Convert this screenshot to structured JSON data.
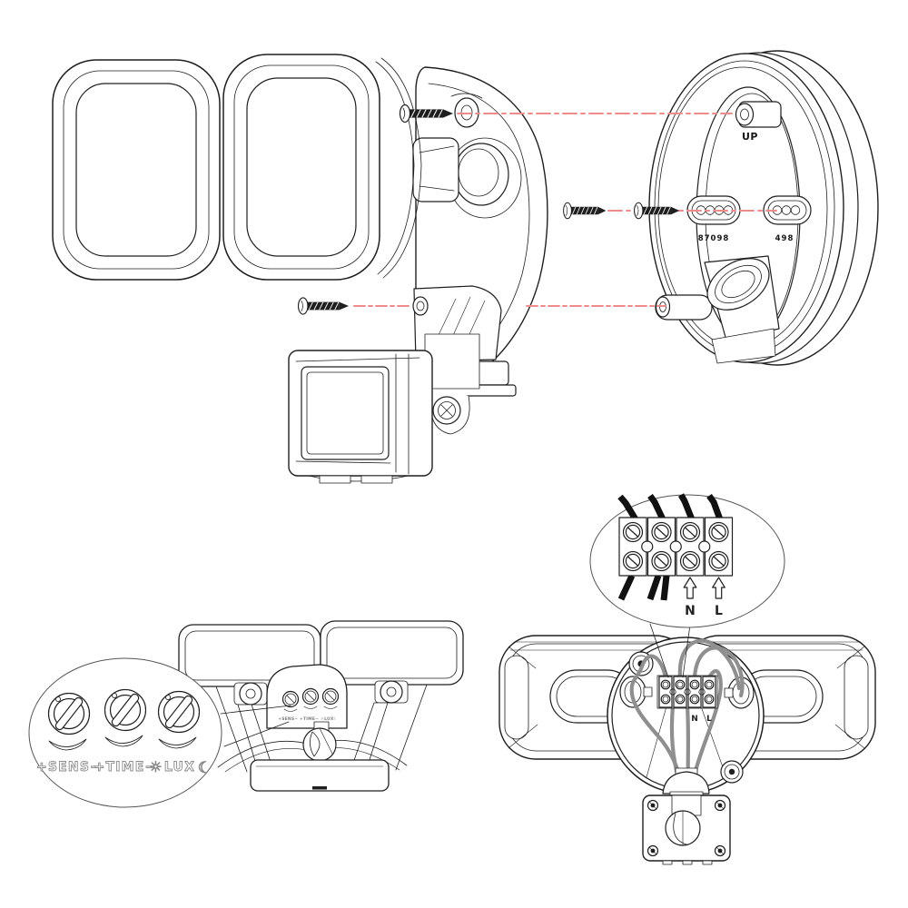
{
  "colors": {
    "line": "#1f1f1f",
    "alignment_red": "#ee8b8b",
    "wire_gray": "#8f8f8f",
    "engraved_gray": "#8a8a8a"
  },
  "mount_plate": {
    "up_label": "UP",
    "left_slot_marking": "87098",
    "right_slot_marking": "498"
  },
  "controls_callout": {
    "sens_label": "+SENS−",
    "time_label": "+TIME−",
    "lux_label": "LUX",
    "sun_glyph": "☼",
    "moon_glyph": "☾",
    "housing_marking": "+SENS− +TIME− ☼LUX☾"
  },
  "wiring_callout": {
    "neutral_label": "N",
    "live_label": "L"
  },
  "rear_view": {
    "neutral_label": "N",
    "live_label": "L"
  }
}
